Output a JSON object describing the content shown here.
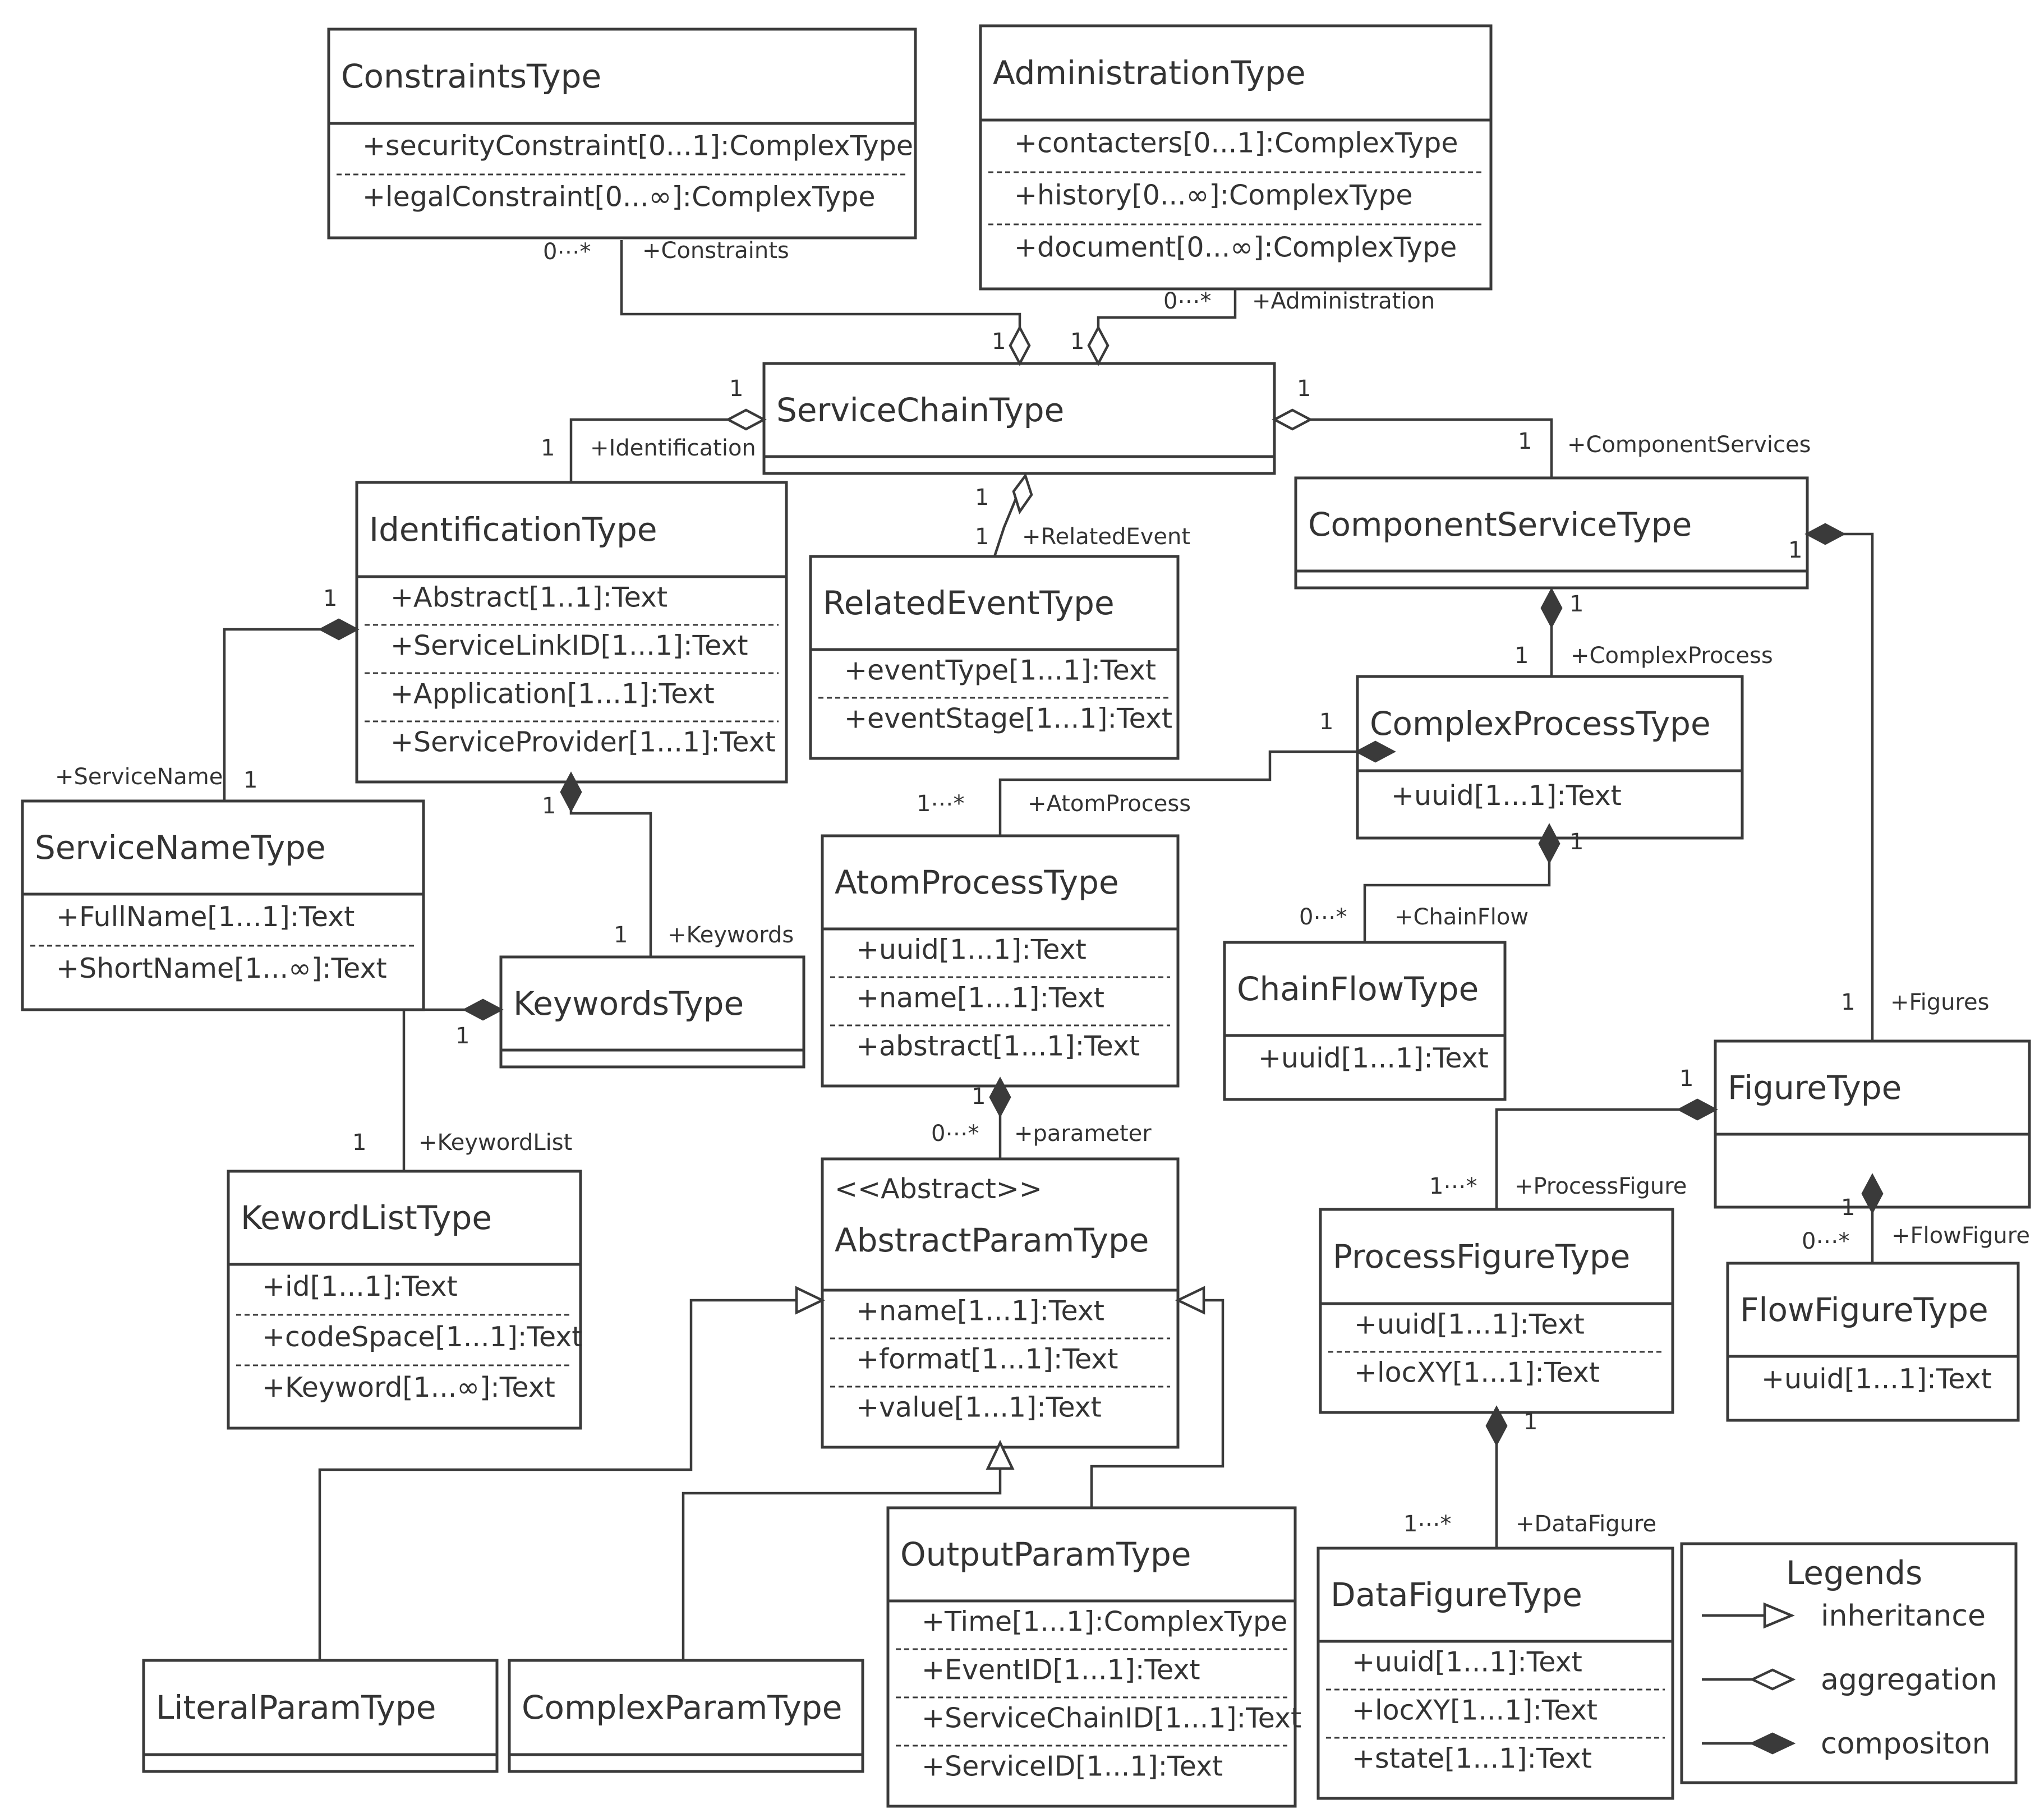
{
  "classes": [
    {
      "id": "constraints",
      "name": "ConstraintsType",
      "attributes": [
        "+securityConstraint[0...1]:ComplexType",
        "+legalConstraint[0...∞]:ComplexType"
      ]
    },
    {
      "id": "administration",
      "name": "AdministrationType",
      "attributes": [
        "+contacters[0...1]:ComplexType",
        "+history[0...∞]:ComplexType",
        "+document[0...∞]:ComplexType"
      ]
    },
    {
      "id": "servicechain",
      "name": "ServiceChainType",
      "attributes": []
    },
    {
      "id": "identification",
      "name": "IdentificationType",
      "attributes": [
        "+Abstract[1..1]:Text",
        "+ServiceLinkID[1...1]:Text",
        "+Application[1...1]:Text",
        "+ServiceProvider[1...1]:Text"
      ]
    },
    {
      "id": "relatedevent",
      "name": "RelatedEventType",
      "attributes": [
        "+eventType[1...1]:Text",
        "+eventStage[1...1]:Text"
      ]
    },
    {
      "id": "componentservice",
      "name": "ComponentServiceType",
      "attributes": []
    },
    {
      "id": "complexprocess",
      "name": "ComplexProcessType",
      "attributes": [
        "+uuid[1...1]:Text"
      ]
    },
    {
      "id": "servicename",
      "name": "ServiceNameType",
      "attributes": [
        "+FullName[1...1]:Text",
        "+ShortName[1...∞]:Text"
      ]
    },
    {
      "id": "keywords",
      "name": "KeywordsType",
      "attributes": []
    },
    {
      "id": "atomprocess",
      "name": "AtomProcessType",
      "attributes": [
        "+uuid[1...1]:Text",
        "+name[1...1]:Text",
        "+abstract[1...1]:Text"
      ]
    },
    {
      "id": "chainflow",
      "name": "ChainFlowType",
      "attributes": [
        "+uuid[1...1]:Text"
      ]
    },
    {
      "id": "figure",
      "name": "FigureType",
      "attributes": []
    },
    {
      "id": "kewordlist",
      "name": "KewordListType",
      "attributes": [
        "+id[1...1]:Text",
        "+codeSpace[1...1]:Text",
        "+Keyword[1...∞]:Text"
      ]
    },
    {
      "id": "abstractparam",
      "stereotype": "<<Abstract>>",
      "name": "AbstractParamType",
      "attributes": [
        "+name[1...1]:Text",
        "+format[1...1]:Text",
        "+value[1...1]:Text"
      ]
    },
    {
      "id": "processfigure",
      "name": "ProcessFigureType",
      "attributes": [
        "+uuid[1...1]:Text",
        "+locXY[1...1]:Text"
      ]
    },
    {
      "id": "flowfigure",
      "name": "FlowFigureType",
      "attributes": [
        "+uuid[1...1]:Text"
      ]
    },
    {
      "id": "outputparam",
      "name": "OutputParamType",
      "attributes": [
        "+Time[1...1]:ComplexType",
        "+EventID[1...1]:Text",
        "+ServiceChainID[1...1]:Text",
        "+ServiceID[1...1]:Text"
      ]
    },
    {
      "id": "datafigure",
      "name": "DataFigureType",
      "attributes": [
        "+uuid[1...1]:Text",
        "+locXY[1...1]:Text",
        "+state[1...1]:Text"
      ]
    },
    {
      "id": "literalparam",
      "name": "LiteralParamType",
      "attributes": []
    },
    {
      "id": "complexparam",
      "name": "ComplexParamType",
      "attributes": []
    }
  ],
  "relations": [
    {
      "type": "aggregation",
      "whole": "servicechain",
      "part": "constraints",
      "role": "+Constraints",
      "whole_mult": "1",
      "part_mult": "0⋯*"
    },
    {
      "type": "aggregation",
      "whole": "servicechain",
      "part": "administration",
      "role": "+Administration",
      "whole_mult": "1",
      "part_mult": "0⋯*"
    },
    {
      "type": "aggregation",
      "whole": "servicechain",
      "part": "identification",
      "role": "+Identification",
      "whole_mult": "1",
      "part_mult": "1"
    },
    {
      "type": "aggregation",
      "whole": "servicechain",
      "part": "relatedevent",
      "role": "+RelatedEvent",
      "whole_mult": "1",
      "part_mult": "1"
    },
    {
      "type": "aggregation",
      "whole": "servicechain",
      "part": "componentservice",
      "role": "+ComponentServices",
      "whole_mult": "1",
      "part_mult": "1"
    },
    {
      "type": "composition",
      "whole": "identification",
      "part": "servicename",
      "role": "+ServiceName",
      "whole_mult": "1",
      "part_mult": "1"
    },
    {
      "type": "composition",
      "whole": "identification",
      "part": "keywords",
      "role": "+Keywords",
      "whole_mult": "1",
      "part_mult": "1"
    },
    {
      "type": "composition",
      "whole": "keywords",
      "part": "kewordlist",
      "role": "+KeywordList",
      "whole_mult": "1",
      "part_mult": "1"
    },
    {
      "type": "composition",
      "whole": "componentservice",
      "part": "complexprocess",
      "role": "+ComplexProcess",
      "whole_mult": "1",
      "part_mult": "1"
    },
    {
      "type": "composition",
      "whole": "componentservice",
      "part": "figure",
      "role": "+Figures",
      "whole_mult": "1",
      "part_mult": "1"
    },
    {
      "type": "composition",
      "whole": "complexprocess",
      "part": "atomprocess",
      "role": "+AtomProcess",
      "whole_mult": "1",
      "part_mult": "1⋯*"
    },
    {
      "type": "composition",
      "whole": "complexprocess",
      "part": "chainflow",
      "role": "+ChainFlow",
      "whole_mult": "1",
      "part_mult": "0⋯*"
    },
    {
      "type": "composition",
      "whole": "atomprocess",
      "part": "abstractparam",
      "role": "+parameter",
      "whole_mult": "1",
      "part_mult": "0⋯*"
    },
    {
      "type": "composition",
      "whole": "figure",
      "part": "processfigure",
      "role": "+ProcessFigure",
      "whole_mult": "1",
      "part_mult": "1⋯*"
    },
    {
      "type": "composition",
      "whole": "figure",
      "part": "flowfigure",
      "role": "+FlowFigure",
      "whole_mult": "1",
      "part_mult": "0⋯*"
    },
    {
      "type": "composition",
      "whole": "processfigure",
      "part": "datafigure",
      "role": "+DataFigure",
      "whole_mult": "1",
      "part_mult": "1⋯*"
    },
    {
      "type": "inheritance",
      "child": "literalparam",
      "parent": "abstractparam"
    },
    {
      "type": "inheritance",
      "child": "complexparam",
      "parent": "abstractparam"
    },
    {
      "type": "inheritance",
      "child": "outputparam",
      "parent": "abstractparam"
    }
  ],
  "legend": {
    "title": "Legends",
    "items": [
      {
        "symbol": "inheritance",
        "label": "inheritance"
      },
      {
        "symbol": "aggregation",
        "label": "aggregation"
      },
      {
        "symbol": "composition",
        "label": "compositon"
      }
    ]
  }
}
